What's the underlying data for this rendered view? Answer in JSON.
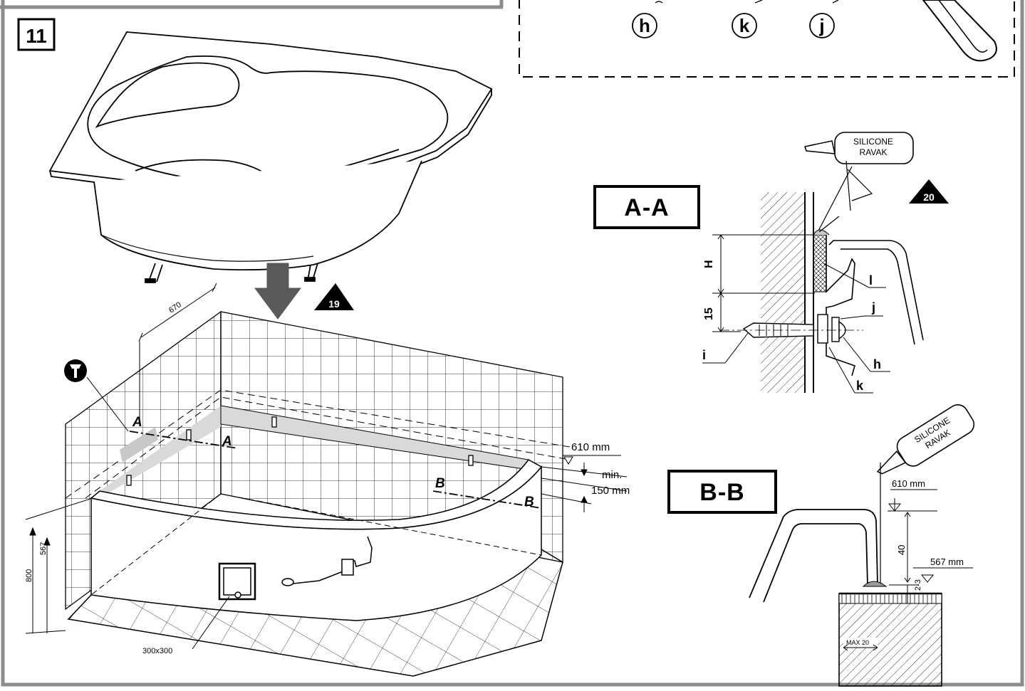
{
  "step": {
    "number": "11"
  },
  "parts": {
    "h": "h",
    "k": "k",
    "j": "j"
  },
  "refs": {
    "ref19": "19",
    "ref20": "20"
  },
  "main": {
    "dim_670": "670",
    "mark_A": "A",
    "mark_B": "B",
    "dim_610": "610 mm",
    "dim_min": "min.",
    "dim_150": "150 mm",
    "dim_800": "800",
    "dim_567": "567",
    "dim_300": "300x300"
  },
  "section_aa": {
    "title": "A-A",
    "tube_line1": "SILICONE",
    "tube_line2": "RAVAK",
    "dim_H": "H",
    "dim_15": "15",
    "lbl_l": "l",
    "lbl_j": "j",
    "lbl_i": "i",
    "lbl_h": "h",
    "lbl_k": "k"
  },
  "section_bb": {
    "title": "B-B",
    "tube_line1": "SILICONE",
    "tube_line2": "RAVAK",
    "dim_610": "610 mm",
    "dim_40": "40",
    "dim_567": "567 mm",
    "dim_23": "2-3",
    "dim_max": "MAX 20"
  },
  "colors": {
    "frame": "#8c8c8c",
    "arrow": "#5a5a5a",
    "shade": "#d9d9d9",
    "line": "#000000"
  }
}
